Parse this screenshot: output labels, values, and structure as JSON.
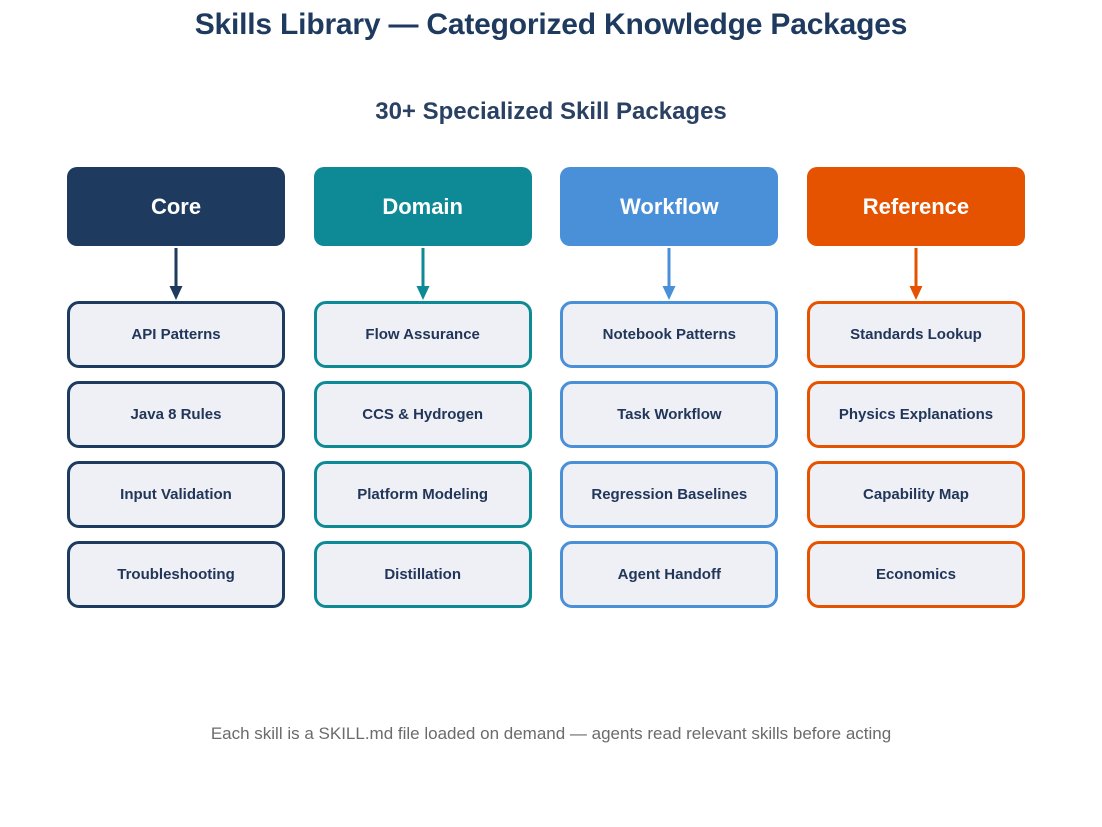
{
  "header": {
    "title": "Skills Library — Categorized Knowledge Packages",
    "subtitle": "30+ Specialized Skill Packages"
  },
  "footer": {
    "note": "Each skill is a SKILL.md file loaded on demand — agents read relevant skills before acting"
  },
  "colors": {
    "title": "#1e3a5f",
    "subtitle": "#2a4163",
    "card_fill": "#eef0f5",
    "card_text": "#22365a",
    "footer_text": "#6b6b6b",
    "background": "#ffffff"
  },
  "columns": [
    {
      "name": "core",
      "header_label": "Core",
      "color": "#1e3a5f",
      "arrow_color": "#1e3a5f",
      "skills": [
        {
          "label": "API Patterns"
        },
        {
          "label": "Java 8 Rules"
        },
        {
          "label": "Input Validation"
        },
        {
          "label": "Troubleshooting"
        }
      ]
    },
    {
      "name": "domain",
      "header_label": "Domain",
      "color": "#0d8a95",
      "arrow_color": "#0d8a95",
      "skills": [
        {
          "label": "Flow Assurance"
        },
        {
          "label": "CCS & Hydrogen"
        },
        {
          "label": "Platform Modeling"
        },
        {
          "label": "Distillation"
        }
      ]
    },
    {
      "name": "workflow",
      "header_label": "Workflow",
      "color": "#4a90d9",
      "arrow_color": "#4a90d9",
      "skills": [
        {
          "label": "Notebook Patterns"
        },
        {
          "label": "Task Workflow"
        },
        {
          "label": "Regression Baselines"
        },
        {
          "label": "Agent Handoff"
        }
      ]
    },
    {
      "name": "reference",
      "header_label": "Reference",
      "color": "#e55300",
      "arrow_color": "#e55300",
      "skills": [
        {
          "label": "Standards Lookup"
        },
        {
          "label": "Physics Explanations"
        },
        {
          "label": "Capability Map"
        },
        {
          "label": "Economics"
        }
      ]
    }
  ]
}
